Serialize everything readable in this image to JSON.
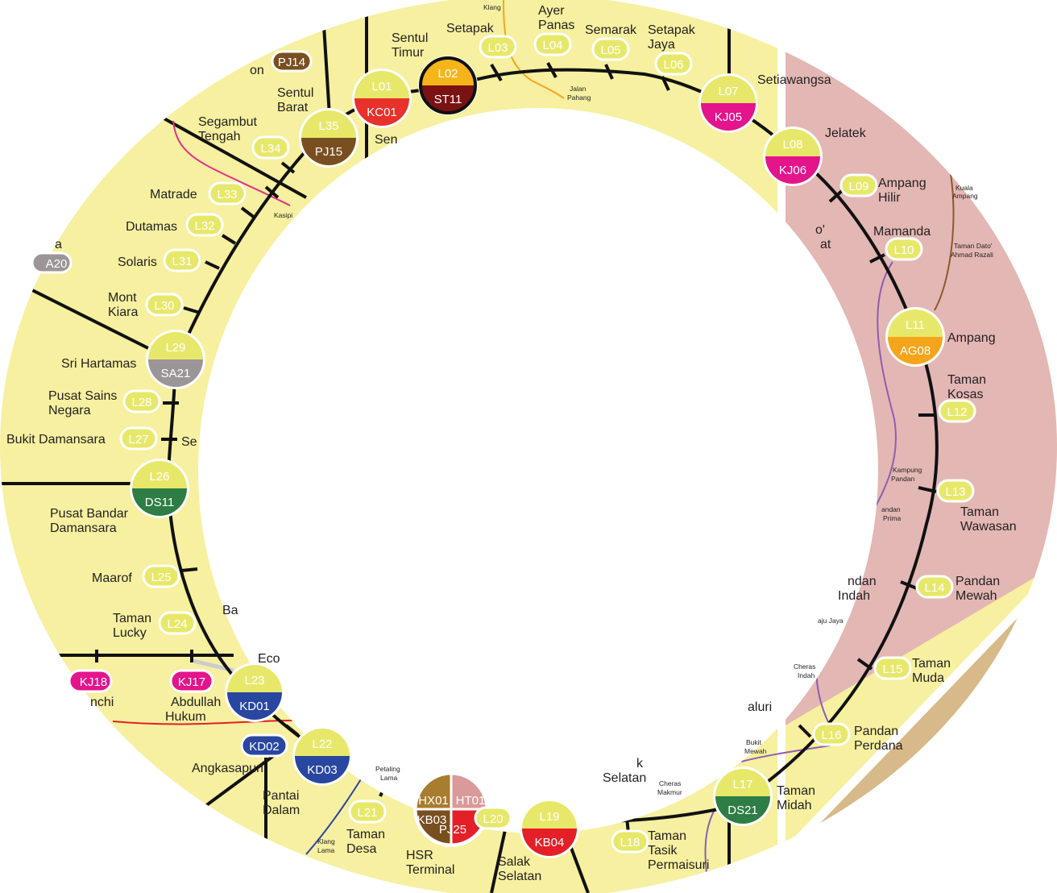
{
  "colors": {
    "background_main": "#f6f0a0",
    "background_east": "#e3b7b4",
    "background_tan": "#d8b98a",
    "track": "#111111",
    "circle_line_yellow": "#e7e86a",
    "kc": "#e8312b",
    "pj": "#7a4f1f",
    "kj": "#e4148b",
    "sa": "#9b9597",
    "ds": "#2e7d45",
    "kd": "#2946a0",
    "ag": "#f5a51c",
    "st_top": "#f6b41b",
    "st_bottom": "#7b1212",
    "hx": "#a87d2f",
    "ht": "#d99a99",
    "kb": "#e41f27",
    "pink_line": "#e2328a",
    "purple_line": "#8f5db1",
    "brown_line": "#8a5a2a",
    "orange_line": "#f5a51c",
    "blue_line": "#2946a0",
    "red_line": "#e41f27"
  },
  "stations": [
    {
      "code": "L01",
      "names": [
        "Sentul",
        "Barat"
      ],
      "interchange": "KC01"
    },
    {
      "code": "L02",
      "names": [
        "Sentul",
        "Timur"
      ],
      "interchange": "ST11"
    },
    {
      "code": "L03",
      "names": [
        "Setapak"
      ]
    },
    {
      "code": "L04",
      "names": [
        "Ayer",
        "Panas"
      ]
    },
    {
      "code": "L05",
      "names": [
        "Semarak"
      ]
    },
    {
      "code": "L06",
      "names": [
        "Setapak",
        "Jaya"
      ]
    },
    {
      "code": "L07",
      "names": [
        "Setiawangsa"
      ],
      "interchange": "KJ05"
    },
    {
      "code": "L08",
      "names": [
        "Jelatek"
      ],
      "interchange": "KJ06"
    },
    {
      "code": "L09",
      "names": [
        "Ampang",
        "Hilir"
      ]
    },
    {
      "code": "L10",
      "names": [
        "Mamanda"
      ]
    },
    {
      "code": "L11",
      "names": [
        "Ampang"
      ],
      "interchange": "AG08"
    },
    {
      "code": "L12",
      "names": [
        "Taman",
        "Kosas"
      ]
    },
    {
      "code": "L13",
      "names": [
        "Taman",
        "Wawasan"
      ]
    },
    {
      "code": "L14",
      "names": [
        "Pandan",
        "Mewah"
      ]
    },
    {
      "code": "L15",
      "names": [
        "Taman",
        "Muda"
      ]
    },
    {
      "code": "L16",
      "names": [
        "Pandan",
        "Perdana"
      ]
    },
    {
      "code": "L17",
      "names": [
        "Taman",
        "Midah"
      ],
      "interchange": "DS21"
    },
    {
      "code": "L18",
      "names": [
        "Taman",
        "Tasik",
        "Permaisuri"
      ]
    },
    {
      "code": "L19",
      "names": [
        "Salak",
        "Selatan"
      ],
      "interchange": "KB04"
    },
    {
      "code": "L20",
      "names": [
        "HSR",
        "Terminal"
      ],
      "interchange_group": [
        "HX01",
        "HT01",
        "PJ25",
        "KB03"
      ]
    },
    {
      "code": "L21",
      "names": [
        "Taman",
        "Desa"
      ]
    },
    {
      "code": "L22",
      "names": [
        "Pantai",
        "Dalam"
      ],
      "interchange": "KD03"
    },
    {
      "code": "L23",
      "names": [],
      "interchange": "KD01"
    },
    {
      "code": "L24",
      "names": [
        "Taman",
        "Lucky"
      ]
    },
    {
      "code": "L25",
      "names": [
        "Maarof"
      ]
    },
    {
      "code": "L26",
      "names": [
        "Pusat Bandar",
        "Damansara"
      ],
      "interchange": "DS11"
    },
    {
      "code": "L27",
      "names": [
        "Bukit Damansara"
      ]
    },
    {
      "code": "L28",
      "names": [
        "Pusat Sains",
        "Negara"
      ]
    },
    {
      "code": "L29",
      "names": [
        "Sri Hartamas"
      ],
      "interchange": "SA21"
    },
    {
      "code": "L30",
      "names": [
        "Mont",
        "Kiara"
      ]
    },
    {
      "code": "L31",
      "names": [
        "Solaris"
      ]
    },
    {
      "code": "L32",
      "names": [
        "Dutamas"
      ]
    },
    {
      "code": "L33",
      "names": [
        "Matrade"
      ]
    },
    {
      "code": "L34",
      "names": [
        "Segambut",
        "Tengah"
      ]
    },
    {
      "code": "L35",
      "names": [],
      "interchange": "PJ15"
    }
  ],
  "other_codes": {
    "pj14": "PJ14",
    "a20": "A20",
    "kd02": "KD02",
    "kj17": "KJ17",
    "kj18": "KJ18"
  },
  "other_labels": {
    "sentul_partial": "Sen",
    "on_partial": "on",
    "a_partial": "a",
    "se_partial": "Se",
    "ba_partial": "Ba",
    "eco_partial": "Eco",
    "abdullah": [
      "Abdullah",
      "Hukum"
    ],
    "nchi_partial": "nchi",
    "angkasapuri": "Angkasapuri",
    "pantai_dalam_lbl": [
      "Pantai",
      "Dalam"
    ],
    "selatan_partial": "Selatan",
    "k_partial": "k",
    "aluri_partial": "aluri",
    "pandan_partial": [
      "ndan",
      "Indah"
    ],
    "dato_partial": [
      "o'",
      "at"
    ],
    "setiawangsa_right": "Setiawangsa"
  },
  "small_labels": {
    "klang_top": [
      "Klang"
    ],
    "jalan_pahang": [
      "Jalan",
      "Pahang"
    ],
    "kasipi": [
      "Kasipi"
    ],
    "kuala_ampang": [
      "Kuala",
      "Ampang"
    ],
    "taman_dato": [
      "Taman Dato'",
      "Ahmad Razali"
    ],
    "kampung_pandan": [
      "Kampung",
      "Pandan"
    ],
    "pandan_prima": [
      "andan",
      "Prima"
    ],
    "aju_jaya": [
      "aju Jaya"
    ],
    "cheras_indah": [
      "Cheras",
      "Indah"
    ],
    "bukit_mewah": [
      "Bukit",
      "Mewah"
    ],
    "cheras_makmur": [
      "Cheras",
      "Makmur"
    ],
    "petaling_lama": [
      "Petaling",
      "Lama"
    ],
    "klang_lama": [
      "Klang",
      "Lama"
    ]
  }
}
